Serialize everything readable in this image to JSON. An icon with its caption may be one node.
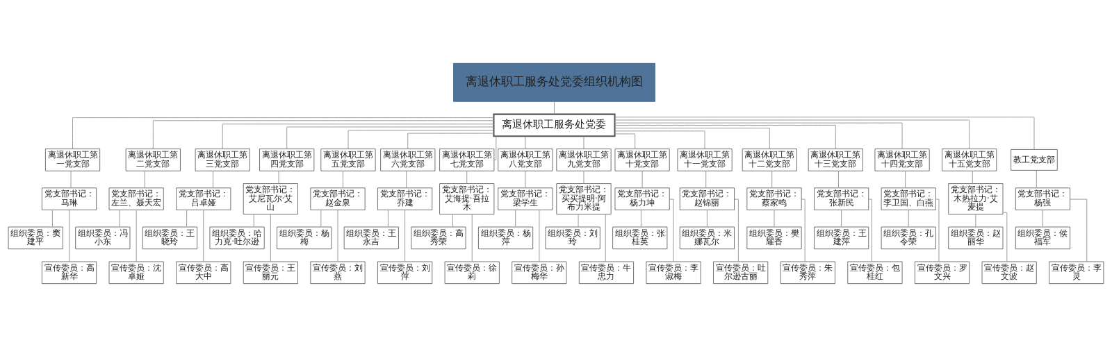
{
  "diagram": {
    "nodes": [
      {
        "text": [
          "离退休职工服务处党委组织机构图"
        ]
      },
      {
        "text": [
          "离退休职工服务处党委"
        ]
      },
      {
        "text": [
          "离退休职工第一党支部"
        ]
      },
      {
        "text": [
          "离退休职工第二党支部"
        ]
      },
      {
        "text": [
          "离退休职工第三党支部"
        ]
      },
      {
        "text": [
          "离退休职工第四党支部"
        ]
      },
      {
        "text": [
          "离退休职工第五党支部"
        ]
      },
      {
        "text": [
          "离退休职工第六党支部"
        ]
      },
      {
        "text": [
          "离退休职工第七党支部"
        ]
      },
      {
        "text": [
          "离退休职工第八党支部"
        ]
      },
      {
        "text": [
          "离退休职工第九党支部"
        ]
      },
      {
        "text": [
          "离退休职工第十党支部"
        ]
      },
      {
        "text": [
          "离退休职工第十一党支部"
        ]
      },
      {
        "text": [
          "离退休职工第十二党支部"
        ]
      },
      {
        "text": [
          "离退休职工第十三党支部"
        ]
      },
      {
        "text": [
          "离退休职工第十四党支部"
        ]
      },
      {
        "text": [
          "离退休职工第十五党支部"
        ]
      },
      {
        "text": [
          "教工党支部"
        ]
      },
      {
        "text": [
          "党支部书记：马琳"
        ]
      },
      {
        "text": [
          "党支部书记：左兰、聂天宏"
        ]
      },
      {
        "text": [
          "党支部书记：吕卓娅"
        ]
      },
      {
        "text": [
          "党支部书记：艾尼瓦尔·艾山"
        ]
      },
      {
        "text": [
          "党支部书记：赵金泉"
        ]
      },
      {
        "text": [
          "党支部书记：乔建"
        ]
      },
      {
        "text": [
          "党支部书记：艾海提·吾拉木"
        ]
      },
      {
        "text": [
          "党支部书记：梁学生"
        ]
      },
      {
        "text": [
          "党支部书记：买买提明·阿布力米提"
        ]
      },
      {
        "text": [
          "党支部书记：杨力坤"
        ]
      },
      {
        "text": [
          "党支部书记：赵锦丽"
        ]
      },
      {
        "text": [
          "党支部书记：蔡家鸣"
        ]
      },
      {
        "text": [
          "党支部书记：张新民"
        ]
      },
      {
        "text": [
          "党支部书记：李卫国、白燕"
        ]
      },
      {
        "text": [
          "党支部书记：木热拉力·艾麦提"
        ]
      },
      {
        "text": [
          "党支部书记：杨强"
        ]
      },
      {
        "text": [
          "组织委员：窦建平"
        ]
      },
      {
        "text": [
          "宣传委员：高新华"
        ]
      },
      {
        "text": [
          "组织委员：冯小东"
        ]
      },
      {
        "text": [
          "宣传委员：沈卓娅"
        ]
      },
      {
        "text": [
          "组织委员：王晓玲"
        ]
      },
      {
        "text": [
          "宣传委员：高大中"
        ]
      },
      {
        "text": [
          "组织委员：哈力克·吐尔逊"
        ]
      },
      {
        "text": [
          "宣传委员：王丽元"
        ]
      },
      {
        "text": [
          "组织委员：杨梅"
        ]
      },
      {
        "text": [
          "宣传委员：刘燕"
        ]
      },
      {
        "text": [
          "组织委员：王永吉"
        ]
      },
      {
        "text": [
          "宣传委员：刘萍"
        ]
      },
      {
        "text": [
          "组织委员：高秀荣"
        ]
      },
      {
        "text": [
          "宣传委员：徐莉"
        ]
      },
      {
        "text": [
          "组织委员：杨萍"
        ]
      },
      {
        "text": [
          "宣传委员：孙梅华"
        ]
      },
      {
        "text": [
          "组织委员：刘玲"
        ]
      },
      {
        "text": [
          "宣传委员：牛忠力"
        ]
      },
      {
        "text": [
          "组织委员：张桂英"
        ]
      },
      {
        "text": [
          "宣传委员：李淑梅"
        ]
      },
      {
        "text": [
          "组织委员：米娜瓦尔"
        ]
      },
      {
        "text": [
          "宣传委员：吐尔逊古丽"
        ]
      },
      {
        "text": [
          "组织委员：樊耀香"
        ]
      },
      {
        "text": [
          "宣传委员：朱秀萍"
        ]
      },
      {
        "text": [
          "组织委员：王建萍"
        ]
      },
      {
        "text": [
          "宣传委员：包桂红"
        ]
      },
      {
        "text": [
          "组织委员：孔令荣"
        ]
      },
      {
        "text": [
          "宣传委员：罗文兴"
        ]
      },
      {
        "text": [
          "组织委员：赵丽华"
        ]
      },
      {
        "text": [
          "宣传委员：赵文波"
        ]
      },
      {
        "text": [
          "组织委员：侯福军"
        ]
      },
      {
        "text": [
          "宣传委员：李灵"
        ]
      }
    ],
    "edges": [
      {
        "from": 0,
        "to": 1,
        "arrow": "none"
      },
      {
        "from": 1,
        "to": 2,
        "arrow": "none"
      },
      {
        "from": 1,
        "to": 3,
        "arrow": "none"
      },
      {
        "from": 1,
        "to": 4,
        "arrow": "none"
      },
      {
        "from": 1,
        "to": 5,
        "arrow": "none"
      },
      {
        "from": 1,
        "to": 6,
        "arrow": "none"
      },
      {
        "from": 1,
        "to": 7,
        "arrow": "none"
      },
      {
        "from": 1,
        "to": 8,
        "arrow": "none"
      },
      {
        "from": 1,
        "to": 9,
        "arrow": "none"
      },
      {
        "from": 1,
        "to": 10,
        "arrow": "none"
      },
      {
        "from": 1,
        "to": 11,
        "arrow": "none"
      },
      {
        "from": 1,
        "to": 12,
        "arrow": "none"
      },
      {
        "from": 1,
        "to": 13,
        "arrow": "none"
      },
      {
        "from": 1,
        "to": 14,
        "arrow": "none"
      },
      {
        "from": 1,
        "to": 15,
        "arrow": "none"
      },
      {
        "from": 1,
        "to": 16,
        "arrow": "none"
      },
      {
        "from": 1,
        "to": 17,
        "arrow": "none"
      },
      {
        "from": 2,
        "to": 18,
        "arrow": "none"
      },
      {
        "from": 3,
        "to": 19,
        "arrow": "none"
      },
      {
        "from": 4,
        "to": 20,
        "arrow": "none"
      },
      {
        "from": 5,
        "to": 21,
        "arrow": "none"
      },
      {
        "from": 6,
        "to": 22,
        "arrow": "none"
      },
      {
        "from": 7,
        "to": 23,
        "arrow": "none"
      },
      {
        "from": 8,
        "to": 24,
        "arrow": "none"
      },
      {
        "from": 9,
        "to": 25,
        "arrow": "none"
      },
      {
        "from": 10,
        "to": 26,
        "arrow": "none"
      },
      {
        "from": 11,
        "to": 27,
        "arrow": "none"
      },
      {
        "from": 12,
        "to": 28,
        "arrow": "none"
      },
      {
        "from": 13,
        "to": 29,
        "arrow": "none"
      },
      {
        "from": 14,
        "to": 30,
        "arrow": "none"
      },
      {
        "from": 15,
        "to": 31,
        "arrow": "none"
      },
      {
        "from": 16,
        "to": 32,
        "arrow": "none"
      },
      {
        "from": 17,
        "to": 33,
        "arrow": "none"
      },
      {
        "from": 18,
        "to": 34,
        "arrow": "none"
      },
      {
        "from": 18,
        "to": 35,
        "arrow": "none"
      },
      {
        "from": 19,
        "to": 36,
        "arrow": "none"
      },
      {
        "from": 19,
        "to": 37,
        "arrow": "none"
      },
      {
        "from": 20,
        "to": 38,
        "arrow": "none"
      },
      {
        "from": 20,
        "to": 39,
        "arrow": "none"
      },
      {
        "from": 21,
        "to": 40,
        "arrow": "none"
      },
      {
        "from": 21,
        "to": 41,
        "arrow": "none"
      },
      {
        "from": 22,
        "to": 42,
        "arrow": "none"
      },
      {
        "from": 22,
        "to": 43,
        "arrow": "none"
      },
      {
        "from": 23,
        "to": 44,
        "arrow": "none"
      },
      {
        "from": 23,
        "to": 45,
        "arrow": "none"
      },
      {
        "from": 24,
        "to": 46,
        "arrow": "none"
      },
      {
        "from": 24,
        "to": 47,
        "arrow": "none"
      },
      {
        "from": 25,
        "to": 48,
        "arrow": "none"
      },
      {
        "from": 25,
        "to": 49,
        "arrow": "none"
      },
      {
        "from": 26,
        "to": 50,
        "arrow": "none"
      },
      {
        "from": 26,
        "to": 51,
        "arrow": "none"
      },
      {
        "from": 27,
        "to": 52,
        "arrow": "none"
      },
      {
        "from": 27,
        "to": 53,
        "arrow": "none"
      },
      {
        "from": 28,
        "to": 54,
        "arrow": "none"
      },
      {
        "from": 28,
        "to": 55,
        "arrow": "none"
      },
      {
        "from": 29,
        "to": 56,
        "arrow": "none"
      },
      {
        "from": 29,
        "to": 57,
        "arrow": "none"
      },
      {
        "from": 30,
        "to": 58,
        "arrow": "none"
      },
      {
        "from": 30,
        "to": 59,
        "arrow": "none"
      },
      {
        "from": 31,
        "to": 60,
        "arrow": "none"
      },
      {
        "from": 31,
        "to": 61,
        "arrow": "none"
      },
      {
        "from": 32,
        "to": 62,
        "arrow": "none"
      },
      {
        "from": 32,
        "to": 63,
        "arrow": "none"
      },
      {
        "from": 33,
        "to": 64,
        "arrow": "none"
      },
      {
        "from": 33,
        "to": 65,
        "arrow": "none"
      }
    ]
  }
}
